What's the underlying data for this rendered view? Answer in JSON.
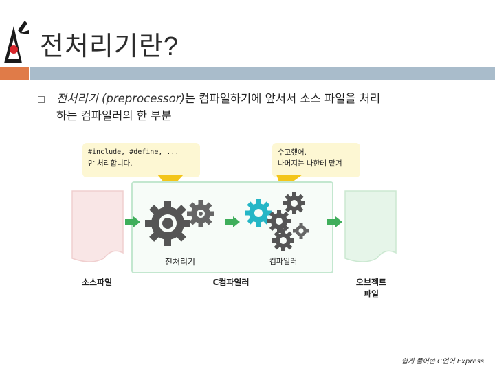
{
  "slide": {
    "title_main": "전처리기란",
    "title_q": "?",
    "bullet": {
      "term": "전처리기 (preprocessor)",
      "text_line1": "는 컴파일하기에 앞서서 소스 파일을 처리",
      "text_line2": "하는 컴파일러의 한 부분"
    }
  },
  "diagram": {
    "bubble_left_line1": "#include, #define, ...",
    "bubble_left_line2": "만 처리합니다.",
    "bubble_right_line1": "수고했어.",
    "bubble_right_line2": "나머지는 나한테 맡겨",
    "label_preprocessor": "전처리기",
    "label_compiler": "컴파일러",
    "label_source": "소스파일",
    "label_ccompiler": "C컴파일러",
    "label_object_line1": "오브젝트",
    "label_object_line2": "파일"
  },
  "footer": "쉽게 풀어쓴 C언어 Express",
  "colors": {
    "accent_orange": "#e07b48",
    "bar_blue": "#a9bccb",
    "arrow_green": "#3fae5b",
    "bubble_yellow": "#fdf7d3",
    "pointer_yellow": "#f3c51a",
    "gear_dark": "#555555",
    "gear_cyan": "#25b6c6"
  }
}
